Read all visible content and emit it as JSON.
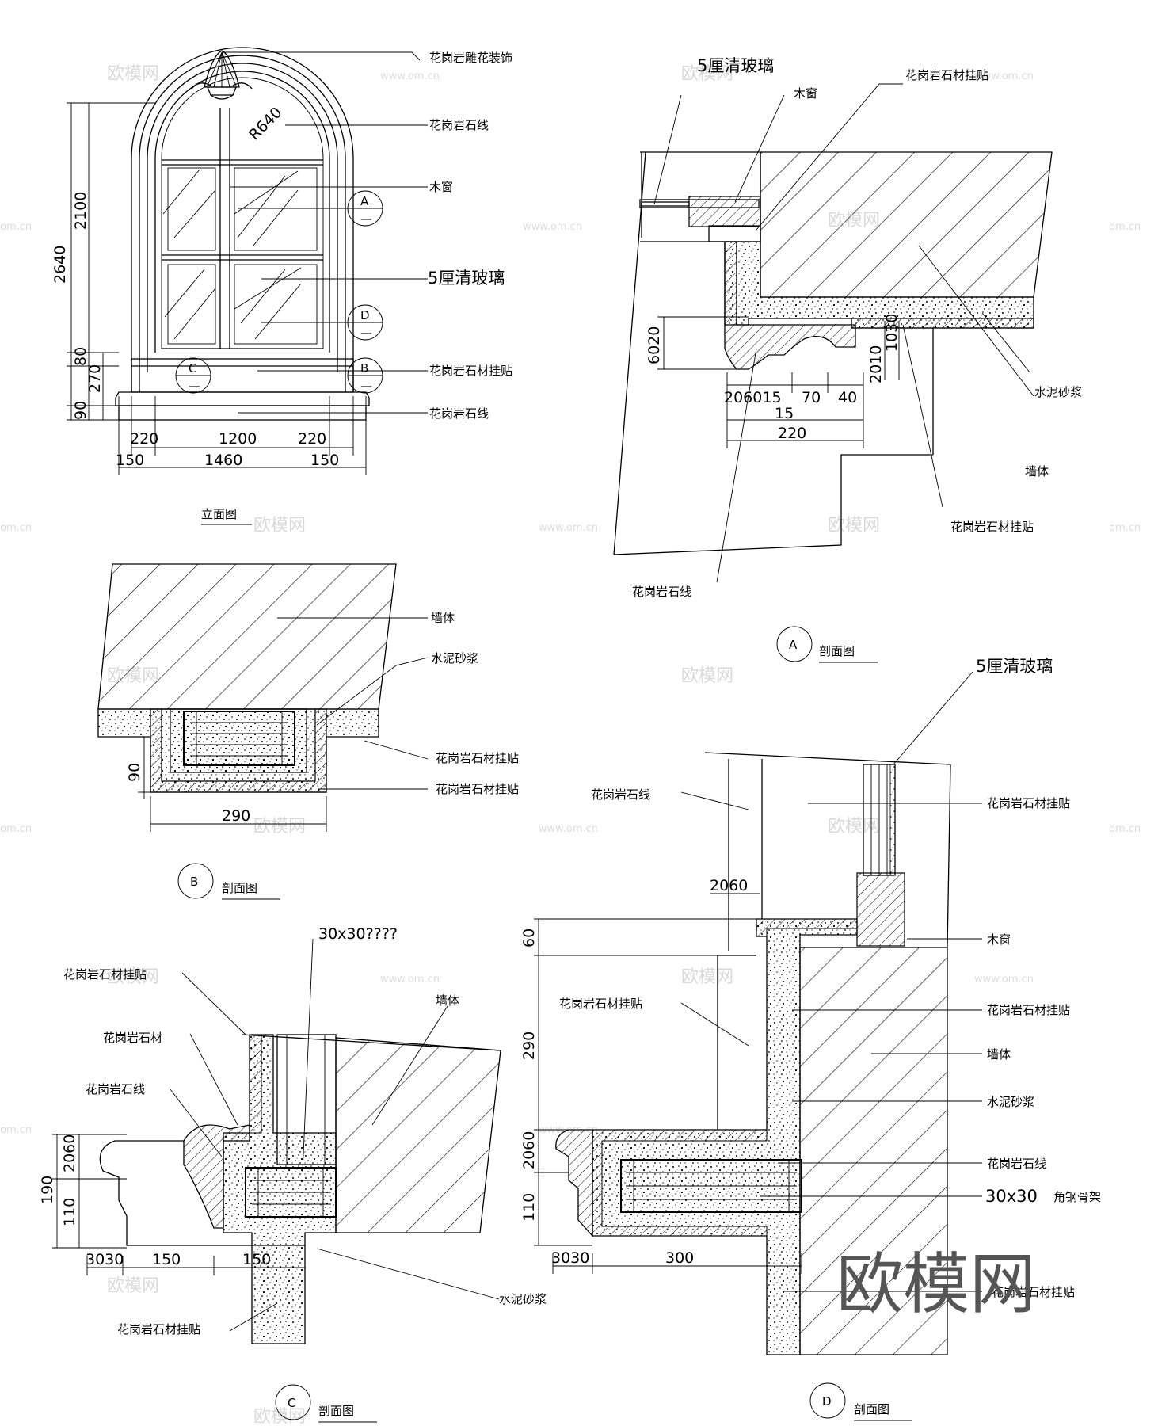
{
  "labels": {
    "granite_carving": "花岗岩雕花装饰",
    "granite_line": "花岗岩石线",
    "wood_window": "木窗",
    "glass_5mm": "5厘清玻璃",
    "granite_clad": "花岗岩石材挂贴",
    "granite_stone": "花岗岩石材",
    "cement_mortar": "水泥砂浆",
    "wall": "墙体",
    "angle_frame": "角钢骨架",
    "steel_size_d": "30x30",
    "steel_size_c": "30x30????",
    "radius": "R640"
  },
  "titles": {
    "elevation": "立面图",
    "section": "剖面图"
  },
  "markers": {
    "a": "A",
    "b": "B",
    "c": "C",
    "d": "D",
    "sub": "—"
  },
  "dims": {
    "elev_total_h": "2640",
    "elev_window_h": "2100",
    "elev_80": "80",
    "elev_270": "270",
    "elev_90": "90",
    "elev_220a": "220",
    "elev_1200": "1200",
    "elev_220b": "220",
    "elev_150a": "150",
    "elev_1460": "1460",
    "elev_150b": "150",
    "a_6020": "6020",
    "a_2010": "2010",
    "a_1030": "1030",
    "a_row": "206015",
    "a_70": "70",
    "a_40": "40",
    "a_15": "15",
    "a_220": "220",
    "b_90": "90",
    "b_290": "290",
    "c_190": "190",
    "c_2060": "2060",
    "c_110": "110",
    "c_3030": "3030",
    "c_150a": "150",
    "c_150b": "150",
    "d_60": "60",
    "d_290": "290",
    "d_2060top": "2060",
    "d_2060": "2060",
    "d_110": "110",
    "d_3030": "3030",
    "d_300": "300"
  },
  "watermark": {
    "text": "欧模网",
    "url": "www.om.cn",
    "url_short": "om.cn",
    "logo": "欧模网"
  }
}
